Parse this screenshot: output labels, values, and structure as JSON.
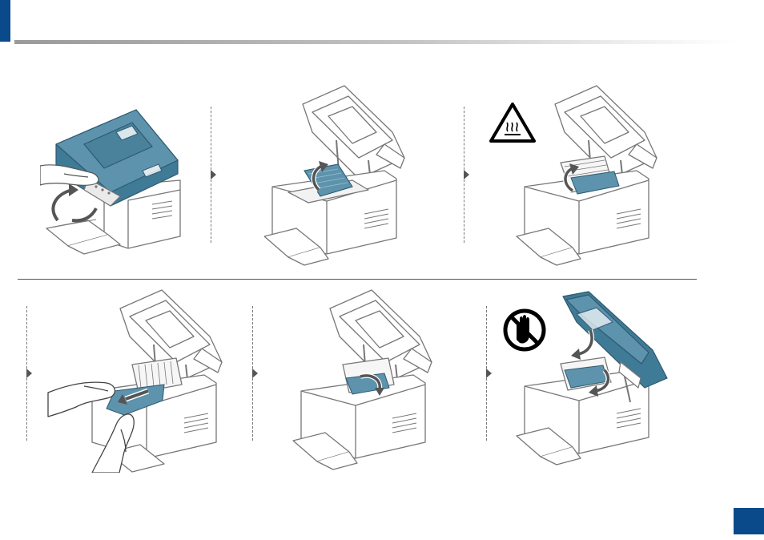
{
  "document": {
    "page_number": "",
    "steps": [
      {
        "id": 1,
        "illustration": "lift-scanner-unit",
        "icon": "lift-arrow-icon"
      },
      {
        "id": 2,
        "illustration": "open-inner-cover",
        "icon": "inner-cover-arrow-icon"
      },
      {
        "id": 3,
        "illustration": "hot-surface-caution",
        "icon": "hot-surface-warning-icon"
      },
      {
        "id": 4,
        "illustration": "pull-jammed-paper",
        "icon": "pull-paper-arrow-icon"
      },
      {
        "id": 5,
        "illustration": "close-inner-cover",
        "icon": "close-cover-arrow-icon"
      },
      {
        "id": 6,
        "illustration": "lower-scanner-unit",
        "icon": "no-hand-caution-icon"
      }
    ],
    "colors": {
      "accent": "#0b4a8a",
      "part_highlight": "#3f7a96",
      "outline": "#777777"
    }
  }
}
